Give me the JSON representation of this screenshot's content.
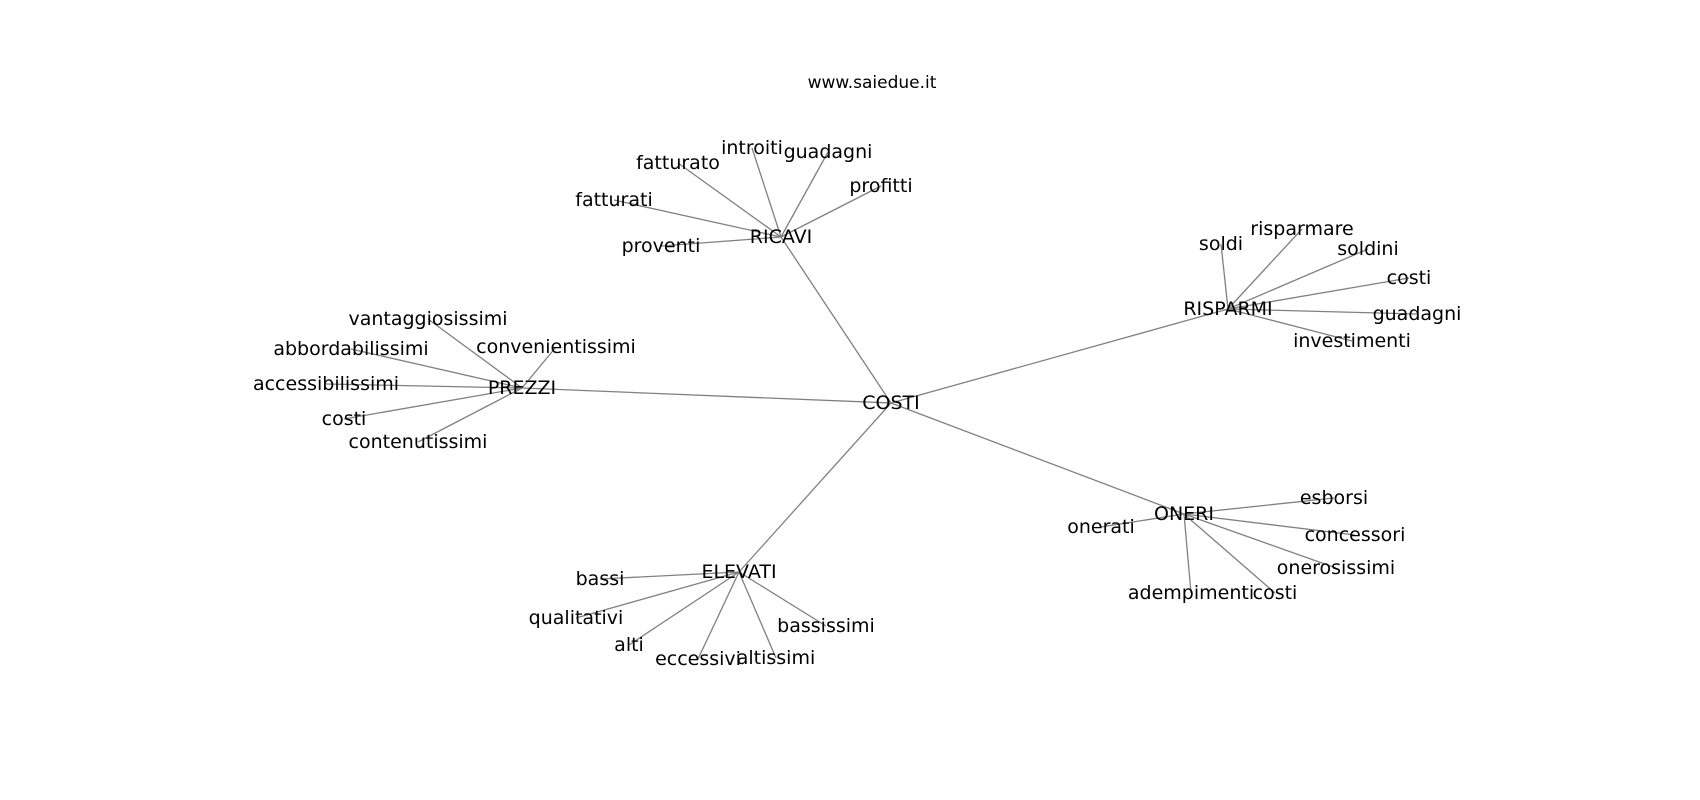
{
  "site_label": "www.saiedue.it",
  "root": {
    "id": "costi_root",
    "label": "COSTI"
  },
  "hubs": [
    {
      "id": "ricavi",
      "label": "RICAVI",
      "leaves": [
        "introiti",
        "guadagni",
        "fatturato",
        "profitti",
        "fatturati",
        "proventi"
      ]
    },
    {
      "id": "risparmi",
      "label": "RISPARMI",
      "leaves": [
        "soldi",
        "risparmare",
        "soldini",
        "costi",
        "guadagni",
        "investimenti"
      ]
    },
    {
      "id": "prezzi",
      "label": "PREZZI",
      "leaves": [
        "vantaggiosissimi",
        "abbordabilissimi",
        "convenientissimi",
        "accessibilissimi",
        "costi",
        "contenutissimi"
      ]
    },
    {
      "id": "oneri",
      "label": "ONERI",
      "leaves": [
        "esborsi",
        "onerati",
        "concessori",
        "onerosissimi",
        "adempimenti",
        "costi"
      ]
    },
    {
      "id": "elevati",
      "label": "ELEVATI",
      "leaves": [
        "bassi",
        "qualitativi",
        "bassissimi",
        "alti",
        "eccessivi",
        "altissimi"
      ]
    }
  ]
}
